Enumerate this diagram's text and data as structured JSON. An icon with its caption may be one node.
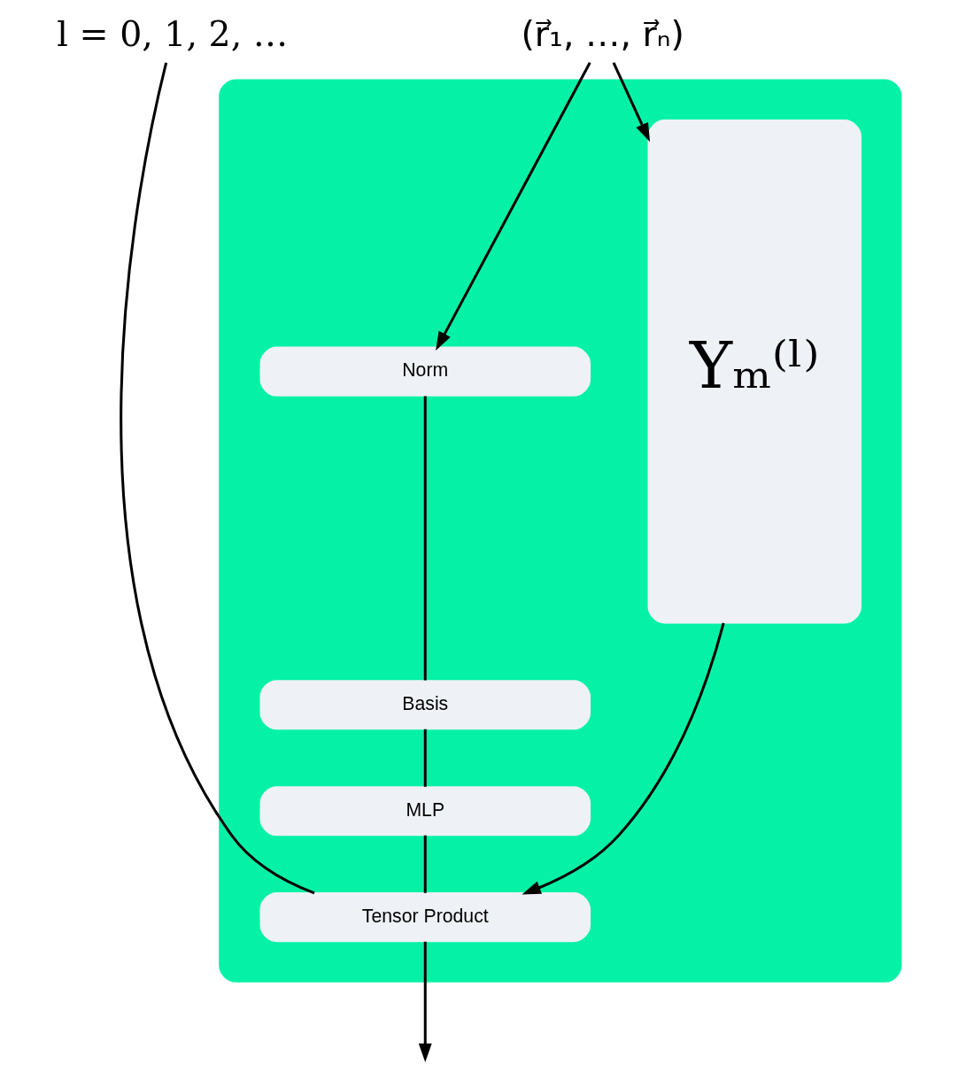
{
  "diagram": {
    "nodes": [
      {
        "text": [
          "l = 0, 1, 2, …"
        ]
      },
      {
        "text": [
          "(r⃗₁, …, r⃗ₙ)"
        ]
      },
      {
        "text": [],
        "shape": "box"
      },
      {
        "text": [
          "Yₘ⁽ˡ⁾"
        ],
        "in": 2
      },
      {
        "text": [
          "Norm"
        ],
        "in": 2
      },
      {
        "text": [
          "Basis"
        ],
        "in": 2
      },
      {
        "text": [
          "MLP"
        ],
        "in": 2
      },
      {
        "text": [
          "Tensor Product"
        ],
        "in": 2
      }
    ],
    "edges": [
      {
        "from": 0,
        "to": 7,
        "arrow": "none"
      },
      {
        "from": 1,
        "to": 3,
        "arrow": "to"
      },
      {
        "from": 1,
        "to": 4,
        "arrow": "to"
      },
      {
        "from": 4,
        "to": 5,
        "arrow": "none"
      },
      {
        "from": 5,
        "to": 6,
        "arrow": "none"
      },
      {
        "from": 3,
        "to": 7,
        "arrow": "to"
      },
      {
        "from": 6,
        "to": 7,
        "arrow": "none"
      },
      {
        "from": 7,
        "to": null,
        "arrow": "to"
      }
    ]
  }
}
